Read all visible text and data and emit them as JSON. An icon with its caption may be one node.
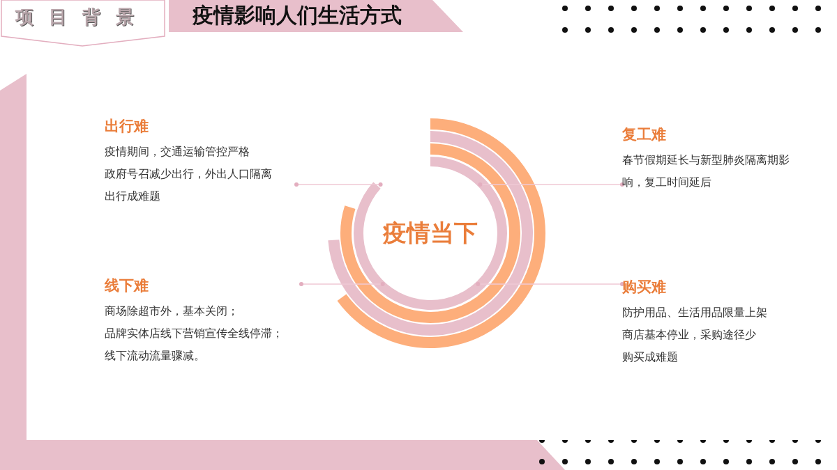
{
  "diagram": {
    "title": "疫情影响人们生活方式",
    "nodes": [
      {
        "text": [
          "疫情当下"
        ]
      },
      {
        "text": [
          "出行难",
          "疫情期间，交通运输管控严格",
          "政府号召减少出行，外出人口隔离",
          "出行成难题"
        ]
      },
      {
        "text": [
          "复工难",
          "春节假期延长与新型肺炎隔离期影响，复工时间延后"
        ]
      },
      {
        "text": [
          "线下难",
          "商场除超市外，基本关闭；",
          "品牌实体店线下营销宣传全线停滞；",
          "线下流动流量骤减。"
        ]
      },
      {
        "text": [
          "购买难",
          "防护用品、生活用品限量上架",
          "商店基本停业，采购途径少",
          "购买成难题"
        ]
      }
    ],
    "edges": [
      {
        "from": 1,
        "to": 0,
        "arrow": "other"
      },
      {
        "from": 2,
        "to": 0,
        "arrow": "other"
      },
      {
        "from": 3,
        "to": 0,
        "arrow": "other"
      },
      {
        "from": 4,
        "to": 0,
        "arrow": "other"
      }
    ],
    "labels": [
      "项目背景"
    ]
  }
}
